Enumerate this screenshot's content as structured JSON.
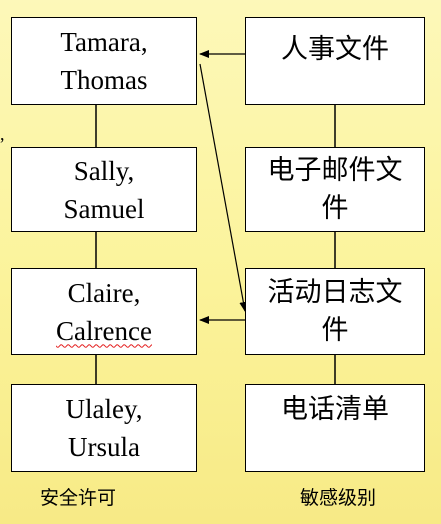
{
  "stray_mark": ",",
  "clearance_levels": [
    {
      "line1": "Tamara,",
      "line2": "Thomas"
    },
    {
      "line1": "Sally,",
      "line2": "Samuel"
    },
    {
      "line1": "Claire,",
      "line2": "Calrence"
    },
    {
      "line1": "Ulaley,",
      "line2": "Ursula"
    }
  ],
  "sensitivity_levels": [
    {
      "line1": "人事文件",
      "line2": ""
    },
    {
      "line1": "电子邮件文",
      "line2": "件"
    },
    {
      "line1": "活动日志文",
      "line2": "件"
    },
    {
      "line1": "电话清单",
      "line2": ""
    }
  ],
  "footer": {
    "left": "安全许可",
    "right": "敏感级别"
  }
}
